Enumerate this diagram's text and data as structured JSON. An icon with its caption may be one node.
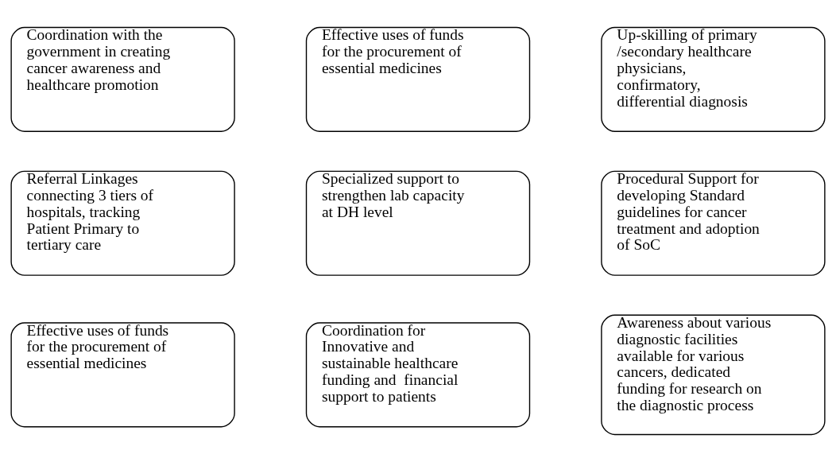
{
  "diagram": {
    "nodes": [
      {
        "text": [
          "Coordination with the government in creating cancer awareness and healthcare promotion"
        ]
      },
      {
        "text": [
          "Effective uses of funds for the procurement of essential medicines"
        ]
      },
      {
        "text": [
          "Up-skilling of primary /secondary healthcare physicians, confirmatory, differential diagnosis"
        ]
      },
      {
        "text": [
          "Referral Linkages connecting 3 tiers of hospitals, tracking Patient Primary to tertiary care"
        ]
      },
      {
        "text": [
          "Specialized support to strengthen lab capacity at DH level"
        ]
      },
      {
        "text": [
          "Procedural Support for developing Standard guidelines for cancer treatment and adoption of SoC"
        ]
      },
      {
        "text": [
          "Effective uses of funds for the procurement of essential medicines"
        ]
      },
      {
        "text": [
          "Coordination for Innovative and sustainable healthcare funding and  financial support to patients"
        ]
      },
      {
        "text": [
          "Awareness about various diagnostic facilities available for various cancers, dedicated funding for research on the diagnostic process"
        ]
      }
    ]
  }
}
